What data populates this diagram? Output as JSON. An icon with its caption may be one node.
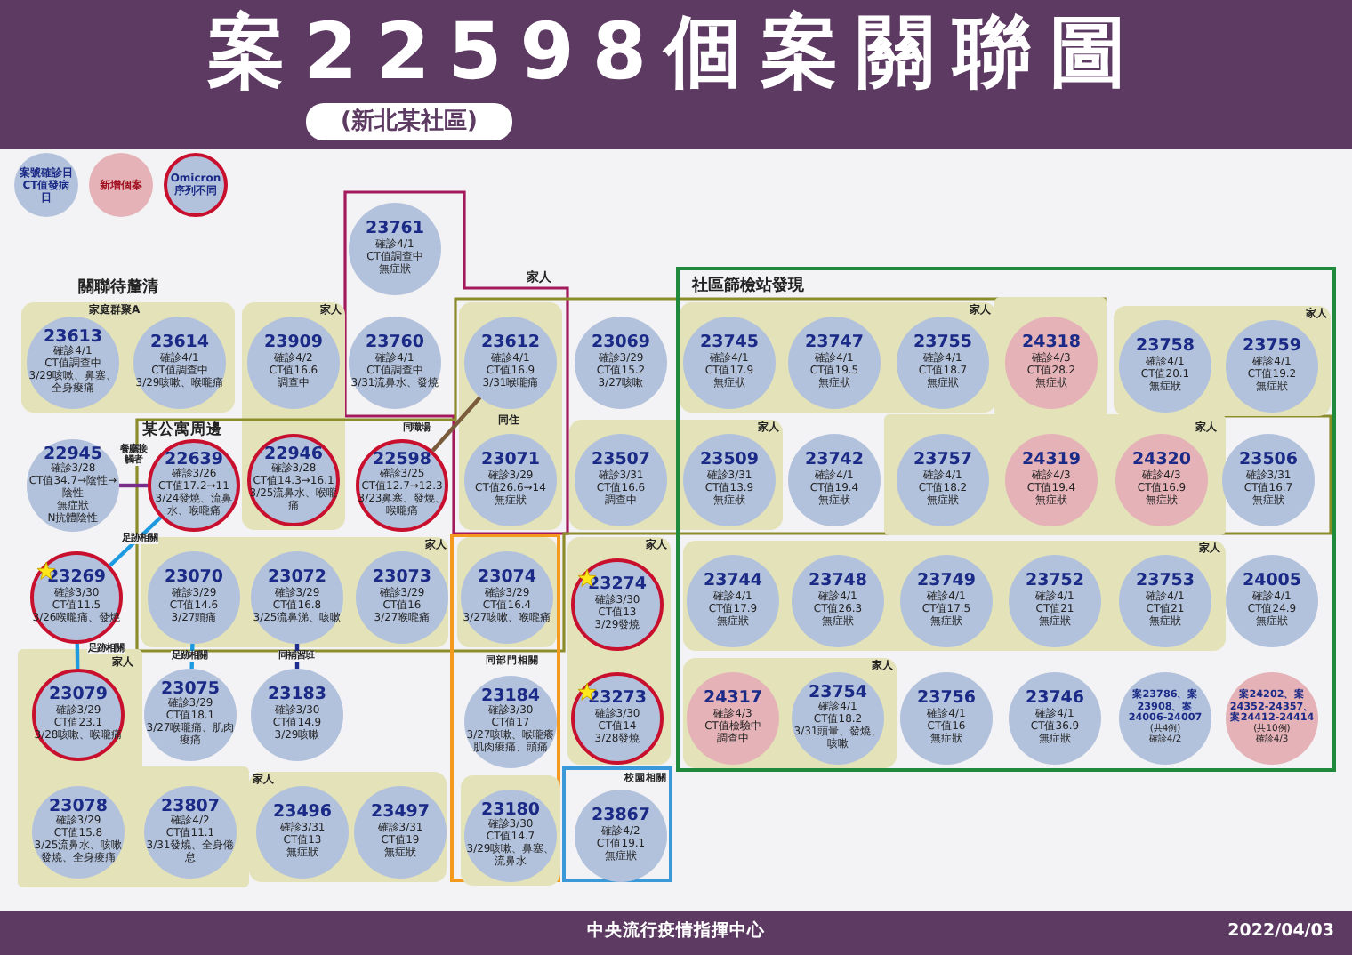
{
  "diagram": {
    "title": "案22598個案關聯圖",
    "nodes": [
      {
        "text": [
          "家人"
        ]
      },
      {
        "text": [
          "23761",
          "確診4/1",
          "CT值調查中",
          "無症狀"
        ],
        "in": 0
      },
      {
        "text": [
          "23760",
          "確診4/1",
          "CT值調查中",
          "3/31流鼻水、發燒"
        ],
        "in": 0
      },
      {
        "text": [
          "家庭群聚A"
        ]
      },
      {
        "text": [
          "23613",
          "確診4/1",
          "CT值調查中",
          "3/29咳嗽、鼻塞、全身痠痛"
        ],
        "in": 3
      },
      {
        "text": [
          "23614",
          "確診4/1",
          "CT值調查中",
          "3/29咳嗽、喉嚨痛"
        ],
        "in": 3
      },
      {
        "text": [
          "家人"
        ]
      },
      {
        "text": [
          "23909",
          "確診4/2",
          "CT值16.6",
          "調查中"
        ],
        "in": 6
      },
      {
        "text": [
          "某公寓周邊"
        ]
      },
      {
        "text": [
          "同住"
        ]
      },
      {
        "text": [
          "23612",
          "確診4/1",
          "CT值16.9",
          "3/31喉嚨痛"
        ],
        "in": 9
      },
      {
        "text": [
          "23069",
          "確診3/29",
          "CT值15.2",
          "3/27咳嗽"
        ],
        "in": 8
      },
      {
        "text": [
          "社區篩檢站發現"
        ]
      },
      {
        "text": [
          "家人"
        ]
      },
      {
        "text": [
          "23745",
          "確診4/1",
          "CT值17.9",
          "無症狀"
        ],
        "in": 13
      },
      {
        "text": [
          "23747",
          "確診4/1",
          "CT值19.5",
          "無症狀"
        ],
        "in": 13
      },
      {
        "text": [
          "23755",
          "確診4/1",
          "CT值18.7",
          "無症狀"
        ],
        "in": 13
      },
      {
        "text": [
          "家人"
        ]
      },
      {
        "text": [
          "24318",
          "確診4/3",
          "CT值28.2",
          "無症狀"
        ],
        "in": 17
      },
      {
        "text": [
          "家人"
        ],
        "in": 12
      },
      {
        "text": [
          "23758",
          "確診4/1",
          "CT值20.1",
          "無症狀"
        ],
        "in": 19
      },
      {
        "text": [
          "23759",
          "確診4/1",
          "CT值19.2",
          "無症狀"
        ],
        "in": 19
      },
      {
        "text": [
          "22945",
          "確診3/28",
          "CT值34.7→陰性→陰性",
          "無症狀",
          "N抗體陰性"
        ]
      },
      {
        "text": [
          "22639",
          "確診3/26",
          "CT值17.2→11",
          "3/24發燒、流鼻水、喉嚨痛"
        ],
        "in": 8
      },
      {
        "text": [
          "22946",
          "確診3/28",
          "CT值14.3→16.1",
          "3/25流鼻水、喉嚨痛"
        ],
        "in": 6
      },
      {
        "text": [
          "22598",
          "確診3/25",
          "CT值12.7→12.3",
          "3/23鼻塞、發燒、喉嚨痛"
        ],
        "in": 8
      },
      {
        "text": [
          "23071",
          "確診3/29",
          "CT值26.6→14",
          "無症狀"
        ],
        "in": 9
      },
      {
        "text": [
          "家人"
        ],
        "in": 8
      },
      {
        "text": [
          "23507",
          "確診3/31",
          "CT值16.6",
          "調查中"
        ],
        "in": 27
      },
      {
        "text": [
          "23509",
          "確診3/31",
          "CT值13.9",
          "無症狀"
        ]
      },
      {
        "text": [
          "23742",
          "確診4/1",
          "CT值19.4",
          "無症狀"
        ]
      },
      {
        "text": [
          "23757",
          "確診4/1",
          "CT值18.2",
          "無症狀"
        ],
        "in": 17
      },
      {
        "text": [
          "24319",
          "確診4/3",
          "CT值19.4",
          "無症狀"
        ],
        "in": 17
      },
      {
        "text": [
          "24320",
          "確診4/3",
          "CT值16.9",
          "無症狀"
        ],
        "in": 17
      },
      {
        "text": [
          "23506",
          "確診3/31",
          "CT值16.7",
          "無症狀"
        ]
      },
      {
        "text": [
          "23269",
          "確診3/30",
          "CT值11.5",
          "3/26喉嚨痛、發燒"
        ]
      },
      {
        "text": [
          "家人"
        ],
        "in": 8
      },
      {
        "text": [
          "23070",
          "確診3/29",
          "CT值14.6",
          "3/27頭痛"
        ],
        "in": 36
      },
      {
        "text": [
          "23072",
          "確診3/29",
          "CT值16.8",
          "3/25流鼻涕、咳嗽"
        ],
        "in": 36
      },
      {
        "text": [
          "23073",
          "確診3/29",
          "CT值16",
          "3/27喉嚨痛"
        ],
        "in": 36
      },
      {
        "text": [],
        "shape": "box"
      },
      {
        "text": [],
        "shape": "box"
      },
      {
        "text": [
          "23074",
          "確診3/29",
          "CT值16.4",
          "3/27咳嗽、喉嚨痛"
        ],
        "in": 41
      },
      {
        "text": [
          "家人"
        ]
      },
      {
        "text": [
          "23274",
          "確診3/30",
          "CT值13",
          "3/29發燒"
        ],
        "in": 43
      },
      {
        "text": [
          "家人"
        ],
        "in": 12
      },
      {
        "text": [
          "23744",
          "確診4/1",
          "CT值17.9",
          "無症狀"
        ],
        "in": 45
      },
      {
        "text": [
          "23748",
          "確診4/1",
          "CT值26.3",
          "無症狀"
        ],
        "in": 45
      },
      {
        "text": [
          "23749",
          "確診4/1",
          "CT值17.5",
          "無症狀"
        ],
        "in": 45
      },
      {
        "text": [
          "23752",
          "確診4/1",
          "CT值21",
          "無症狀"
        ],
        "in": 45
      },
      {
        "text": [
          "23753",
          "確診4/1",
          "CT值21",
          "無症狀"
        ],
        "in": 45
      },
      {
        "text": [
          "24005",
          "確診4/1",
          "CT值24.9",
          "無症狀"
        ],
        "in": 12
      },
      {
        "text": [
          "家人"
        ]
      },
      {
        "text": [
          "23079",
          "確診3/29",
          "CT值23.1",
          "3/28咳嗽、喉嚨痛"
        ],
        "in": 52
      },
      {
        "text": [
          "23075",
          "確診3/29",
          "CT值18.1",
          "3/27喉嚨痛、肌肉痠痛"
        ]
      },
      {
        "text": [
          "23183",
          "確診3/30",
          "CT值14.9",
          "3/29咳嗽"
        ]
      },
      {
        "text": [
          "23184",
          "確診3/30",
          "CT值17",
          "3/27咳嗽、喉嚨癢肌肉痠痛、頭痛"
        ],
        "in": 40,
        "beside": [
          "同部門相關"
        ]
      },
      {
        "text": [
          "校園相關"
        ]
      },
      {
        "text": [
          "23273",
          "確診3/30",
          "CT值14",
          "3/28發燒"
        ],
        "in": 43
      },
      {
        "text": [
          "家人"
        ],
        "in": 12
      },
      {
        "text": [
          "24317",
          "確診4/3",
          "CT值檢驗中",
          "調查中"
        ],
        "in": 59
      },
      {
        "text": [
          "23754",
          "確診4/1",
          "CT值18.2",
          "3/31頭暈、發燒、咳嗽"
        ],
        "in": 59
      },
      {
        "text": [
          "23756",
          "確診4/1",
          "CT值16",
          "無症狀"
        ],
        "in": 12
      },
      {
        "text": [
          "23746",
          "確診4/1",
          "CT值36.9",
          "無症狀"
        ],
        "in": 12
      },
      {
        "text": [
          "案23786、案23908、案24006-24007",
          "(共4例)",
          "確診4/2"
        ],
        "in": 12
      },
      {
        "text": [
          "案24202、案24352-24357、案24412-24414",
          "(共10例)",
          "確診4/3"
        ],
        "in": 12
      },
      {
        "text": [
          "23078",
          "確診3/29",
          "CT值15.8",
          "3/25流鼻水、咳嗽發燒、全身痠痛"
        ],
        "in": 52
      },
      {
        "text": [
          "23807",
          "確診4/2",
          "CT值11.1",
          "3/31發燒、全身倦怠"
        ],
        "in": 52
      },
      {
        "text": [
          "家人"
        ]
      },
      {
        "text": [
          "23496",
          "確診3/31",
          "CT值13",
          "無症狀"
        ],
        "in": 68
      },
      {
        "text": [
          "23497",
          "確診3/31",
          "CT值19",
          "無症狀"
        ],
        "in": 68
      },
      {
        "text": [],
        "shape": "box",
        "in": 40
      },
      {
        "text": [
          "23180",
          "確診3/30",
          "CT值14.7",
          "3/29咳嗽、鼻塞、流鼻水"
        ],
        "in": 71
      },
      {
        "text": [
          "23867",
          "確診4/2",
          "CT值19.1",
          "無症狀"
        ],
        "in": 57
      }
    ],
    "edges": [
      {
        "from": 22,
        "to": 23,
        "arrow": "none",
        "label": "餐廳接觸者",
        "color": "#7b2d8e"
      },
      {
        "from": 25,
        "to": 10,
        "arrow": "none",
        "label": "同職場",
        "color": "#7a5c3c"
      },
      {
        "from": 35,
        "to": 23,
        "arrow": "none",
        "label": "足跡相關"
      },
      {
        "from": 35,
        "to": 53,
        "arrow": "none",
        "label": "足跡相關"
      },
      {
        "from": 37,
        "to": 54,
        "arrow": "none",
        "label": "足跡相關"
      },
      {
        "from": 38,
        "to": 55,
        "arrow": "none",
        "label": "同補習班",
        "color": "#1f2f8f"
      }
    ],
    "labels": [
      "(新北某社區)",
      "關聯待釐清",
      "中央流行疫情指揮中心",
      "2022/04/03"
    ],
    "legend": [
      {
        "text": "案號確診日CT值發病日",
        "color": "#b3c2dc"
      },
      {
        "text": "新增個案",
        "color": "#e5b2b8"
      },
      {
        "text": "Omicron序列不同"
      }
    ]
  }
}
